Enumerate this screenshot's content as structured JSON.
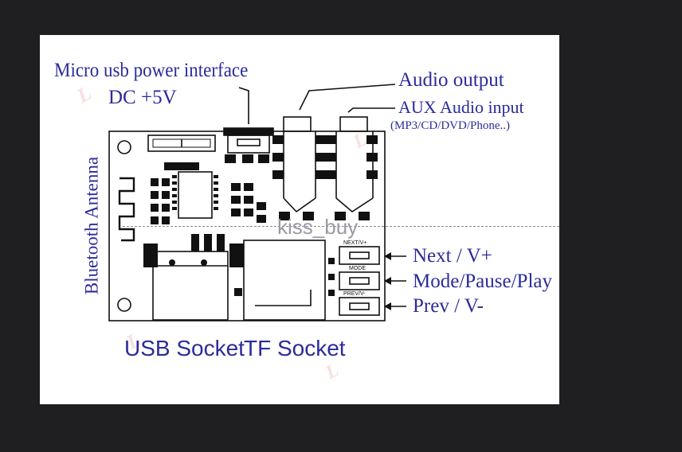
{
  "labels": {
    "micro_usb_line1": "Micro usb power interface",
    "micro_usb_line2": "DC +5V",
    "audio_output": "Audio output",
    "aux_input": "AUX Audio input",
    "aux_devices": "(MP3/CD/DVD/Phone..)",
    "bluetooth_antenna": "Bluetooth Antenna",
    "next": "Next / V+",
    "mode": "Mode/Pause/Play",
    "prev": "Prev / V-",
    "usb_socket": "USB Socket",
    "tf_socket": "TF Socket"
  },
  "board_text": {
    "next_silk": "NEXT/V+",
    "mode_silk": "MODE",
    "prev_silk": "PREV/V-"
  },
  "watermark": {
    "main": "kiss_buy"
  },
  "colors": {
    "label": "#2b2b9a",
    "outline": "#111111",
    "background": "#1f1f21"
  }
}
